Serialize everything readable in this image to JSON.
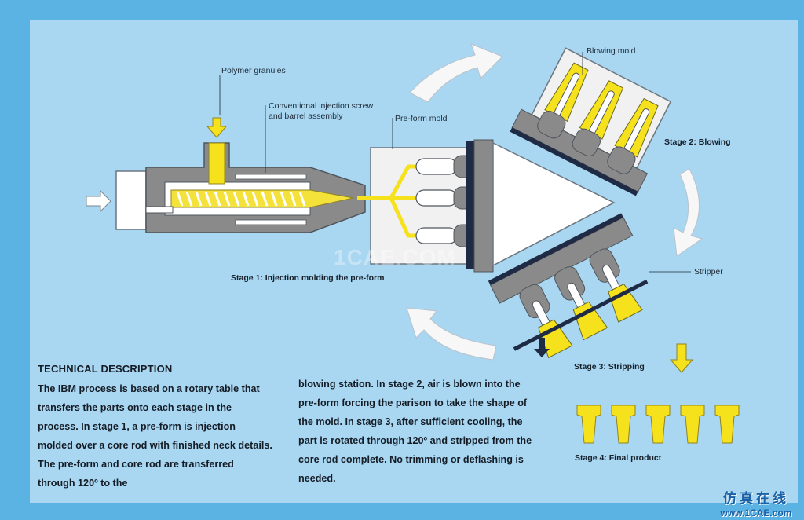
{
  "labels": {
    "polymer": "Polymer granules",
    "screw": "Conventional injection screw\nand barrel assembly",
    "preform_mold": "Pre-form mold",
    "blowing_mold": "Blowing mold",
    "stripper": "Stripper"
  },
  "stages": {
    "stage1": "Stage 1: Injection molding the pre-form",
    "stage2": "Stage 2: Blowing",
    "stage3": "Stage 3: Stripping",
    "stage4": "Stage 4: Final product"
  },
  "description": {
    "title": "TECHNICAL DESCRIPTION",
    "col1": "The IBM process is based on a rotary table that transfers the parts onto each stage in the process. In stage 1, a pre-form is injection molded over a core rod with finished neck details. The pre-form and core rod are transferred through 120º to the",
    "col2": "blowing station. In stage 2, air is blown into the pre-form forcing the parison to take the shape of the mold. In stage 3, after sufficient cooling, the part is rotated through 120º and stripped from the core rod complete. No trimming or deflashing is needed."
  },
  "footer": {
    "cn": "仿真在线",
    "url": "www.1CAE.com"
  },
  "watermark": "1CAE.COM",
  "colors": {
    "background": "#5ab3e3",
    "panel": "#a9d6f1",
    "yellow": "#f5e11c",
    "metal": "#8c8c8c"
  }
}
